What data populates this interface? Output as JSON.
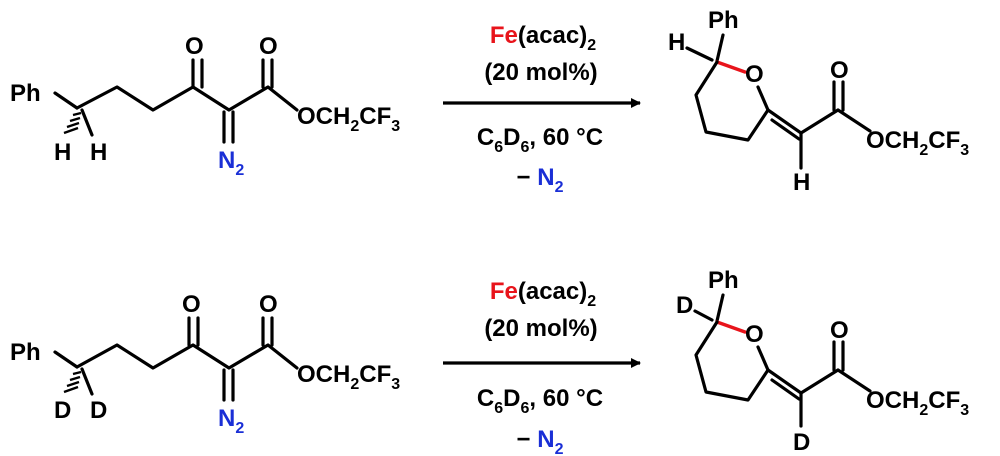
{
  "reactions": [
    {
      "sm": {
        "ph": "Ph",
        "h1": "H",
        "h2": "H",
        "o_ketone": "O",
        "o_ester": "O",
        "ester_tail": "OCH",
        "sub_2": "2",
        "cf": "CF",
        "sub_3": "3",
        "diazo_n": "N",
        "diazo_sub": "2"
      },
      "cond": {
        "fe": "Fe",
        "acac": "(acac)",
        "acac_sub": "2",
        "loading": "(20 mol%)",
        "c": "C",
        "c_sub": "6",
        "d": "D",
        "d_sub": "6",
        "temp": ", 60 °C",
        "minus": "−",
        "n2": "N",
        "n2_sub": "2"
      },
      "pr": {
        "ph": "Ph",
        "ring_h": "H",
        "ring_o": "O",
        "o_ester": "O",
        "ester_tail": "OCH",
        "sub_2": "2",
        "cf": "CF",
        "sub_3": "3",
        "vinyl_h": "H"
      }
    },
    {
      "sm": {
        "ph": "Ph",
        "h1": "D",
        "h2": "D",
        "o_ketone": "O",
        "o_ester": "O",
        "ester_tail": "OCH",
        "sub_2": "2",
        "cf": "CF",
        "sub_3": "3",
        "diazo_n": "N",
        "diazo_sub": "2"
      },
      "cond": {
        "fe": "Fe",
        "acac": "(acac)",
        "acac_sub": "2",
        "loading": "(20 mol%)",
        "c": "C",
        "c_sub": "6",
        "d": "D",
        "d_sub": "6",
        "temp": ", 60 °C",
        "minus": "−",
        "n2": "N",
        "n2_sub": "2"
      },
      "pr": {
        "ph": "Ph",
        "ring_h": "D",
        "ring_o": "O",
        "o_ester": "O",
        "ester_tail": "OCH",
        "sub_2": "2",
        "cf": "CF",
        "sub_3": "3",
        "vinyl_h": "D"
      }
    }
  ],
  "colors": {
    "iron": "#e8141b",
    "nitrogen": "#1a2fd6",
    "new_bond": "#e8141b"
  }
}
